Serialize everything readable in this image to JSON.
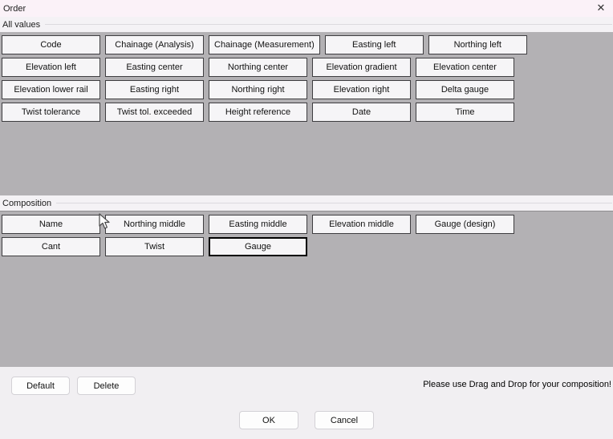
{
  "window": {
    "title": "Order",
    "close_icon": "close-x"
  },
  "sections": {
    "all_values": {
      "label": "All values",
      "rows": [
        [
          "Code",
          "Chainage (Analysis)",
          "Chainage (Measurement)",
          "Easting left",
          "Northing left"
        ],
        [
          "Elevation left",
          "Easting center",
          "Northing center",
          "Elevation gradient",
          "Elevation center"
        ],
        [
          "Elevation lower rail",
          "Easting right",
          "Northing right",
          "Elevation right",
          "Delta gauge"
        ],
        [
          "Twist tolerance",
          "Twist tol. exceeded",
          "Height reference",
          "Date",
          "Time"
        ]
      ]
    },
    "composition": {
      "label": "Composition",
      "rows": [
        [
          "Name",
          "Northing middle",
          "Easting middle",
          "Elevation middle",
          "Gauge (design)"
        ],
        [
          "Cant",
          "Twist",
          "Gauge"
        ]
      ],
      "focused_item": "Gauge"
    }
  },
  "footer": {
    "default_label": "Default",
    "delete_label": "Delete",
    "hint": "Please use Drag and Drop for your composition!",
    "ok_label": "OK",
    "cancel_label": "Cancel"
  },
  "colors": {
    "titlebar": "#fbf2f8",
    "strip": "#f4f2f5",
    "panel": "#b3b1b4",
    "btn_bg": "#f6f5f7",
    "btn_border": "#3e3d40",
    "footer": "#f1eff2",
    "dlg_border": "#d3d1d6"
  }
}
